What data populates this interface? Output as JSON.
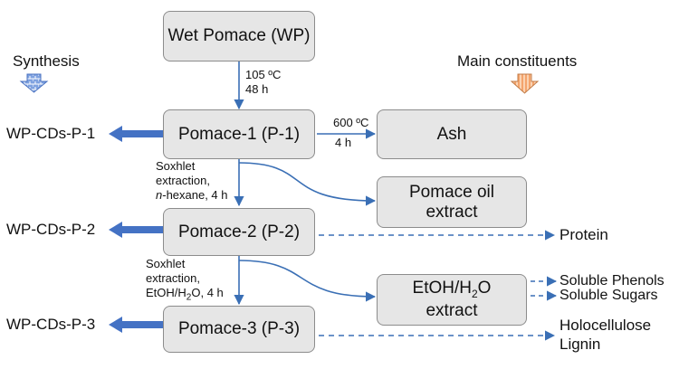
{
  "headers": {
    "left": "Synthesis",
    "right": "Main constituents"
  },
  "boxes": {
    "wp": "Wet Pomace (WP)",
    "p1": "Pomace-1 (P-1)",
    "ash": "Ash",
    "p2": "Pomace-2 (P-2)",
    "oil": [
      "Pomace oil",
      "extract"
    ],
    "p3": "Pomace-3 (P-3)",
    "etoh": {
      "a": "EtOH/H",
      "sub": "2",
      "b": "O",
      "line2": "extract"
    }
  },
  "conditions": {
    "wp_p1": [
      "105 ºC",
      "48 h"
    ],
    "p1_ash": [
      "600 ºC",
      "4 h"
    ],
    "p1_p2": {
      "line1": "Soxhlet",
      "line2": "extraction,",
      "italic": "n",
      "line3_rest": "-hexane, 4 h"
    },
    "p2_p3": {
      "line1": "Soxhlet",
      "line2": "extraction,",
      "a": "EtOH/H",
      "sub": "2",
      "b": "O, 4 h"
    }
  },
  "synthesis_products": [
    "WP-CDs-P-1",
    "WP-CDs-P-2",
    "WP-CDs-P-3"
  ],
  "constituents": {
    "protein": "Protein",
    "soluble_phenols": "Soluble Phenols",
    "soluble_sugars": "Soluble Sugars",
    "holocellulose": "Holocellulose",
    "lignin": "Lignin"
  },
  "colors": {
    "arrow": "#3a6fb5",
    "box_fill": "#e6e6e6",
    "box_border": "#8c8c8c",
    "synthesis_header_arrow": "#6b8fd6",
    "constituents_header_arrow": "#f4b183"
  }
}
